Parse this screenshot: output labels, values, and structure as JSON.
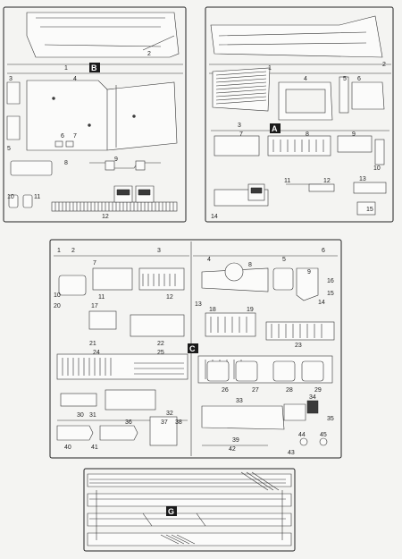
{
  "sprues": {
    "B": {
      "badge": "B",
      "labels": [
        "1",
        "2",
        "3",
        "4",
        "5",
        "6",
        "7",
        "8",
        "9",
        "10",
        "11",
        "12"
      ]
    },
    "A": {
      "badge": "A",
      "labels": [
        "1",
        "2",
        "3",
        "4",
        "5",
        "6",
        "7",
        "8",
        "9",
        "10",
        "11",
        "12",
        "13",
        "14",
        "15"
      ]
    },
    "C": {
      "badge": "C",
      "labels": [
        "1",
        "2",
        "3",
        "4",
        "5",
        "6",
        "7",
        "8",
        "9",
        "10",
        "11",
        "12",
        "13",
        "14",
        "15",
        "16",
        "17",
        "18",
        "19",
        "20",
        "21",
        "22",
        "23",
        "24",
        "25",
        "26",
        "27",
        "28",
        "29",
        "30",
        "31",
        "32",
        "33",
        "34",
        "35",
        "36",
        "37",
        "38",
        "39",
        "40",
        "41",
        "42",
        "43",
        "44",
        "45"
      ]
    },
    "G": {
      "badge": "G"
    }
  }
}
